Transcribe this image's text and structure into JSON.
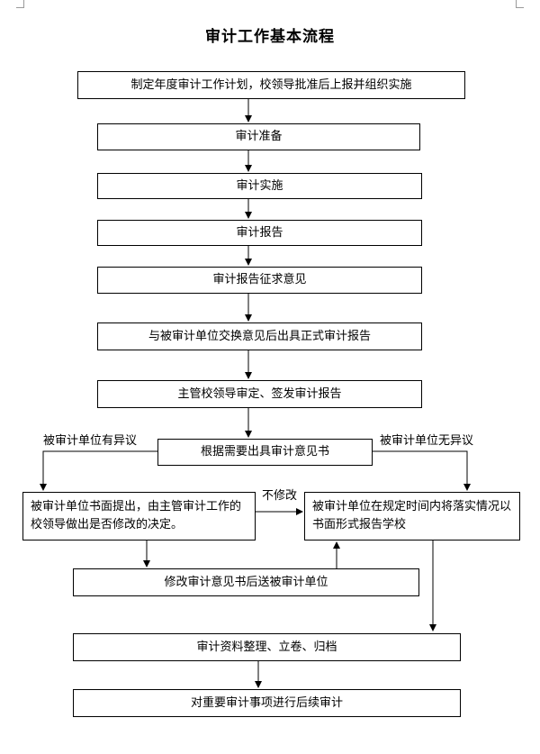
{
  "title": "审计工作基本流程",
  "steps": {
    "plan": "制定年度审计工作计划，校领导批准后上报并组织实施",
    "prepare": "审计准备",
    "implement": "审计实施",
    "report": "审计报告",
    "solicit": "审计报告征求意见",
    "exchange": "与被审计单位交换意见后出具正式审计报告",
    "approve": "主管校领导审定、签发审计报告",
    "opinion": "根据需要出具审计意见书",
    "objection_submit": "被审计单位书面提出，由主管审计工作的校领导做出是否修改的决定。",
    "implement_report": "被审计单位在规定时间内将落实情况以书面形式报告学校",
    "revise": "修改审计意见书后送被审计单位",
    "archive": "审计资料整理、立卷、归档",
    "followup": "对重要审计事项进行后续审计"
  },
  "labels": {
    "has_objection": "被审计单位有异议",
    "no_objection": "被审计单位无异议",
    "no_change": "不修改"
  }
}
